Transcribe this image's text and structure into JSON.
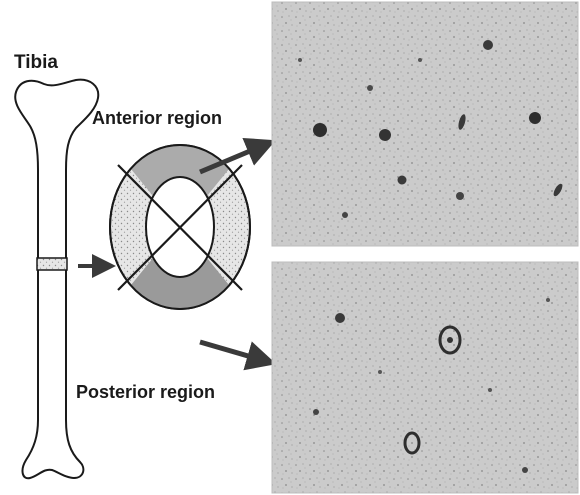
{
  "labels": {
    "bone": "Tibia",
    "anterior": "Anterior region",
    "posterior": "Posterior region"
  },
  "colors": {
    "ink": "#1a1a1a",
    "shaded_band": "#9a9a9a",
    "stipple_band": "#d8d8d8",
    "micrograph_bg": "#c9c9c9",
    "micrograph_dark": "#3a3a3a"
  }
}
